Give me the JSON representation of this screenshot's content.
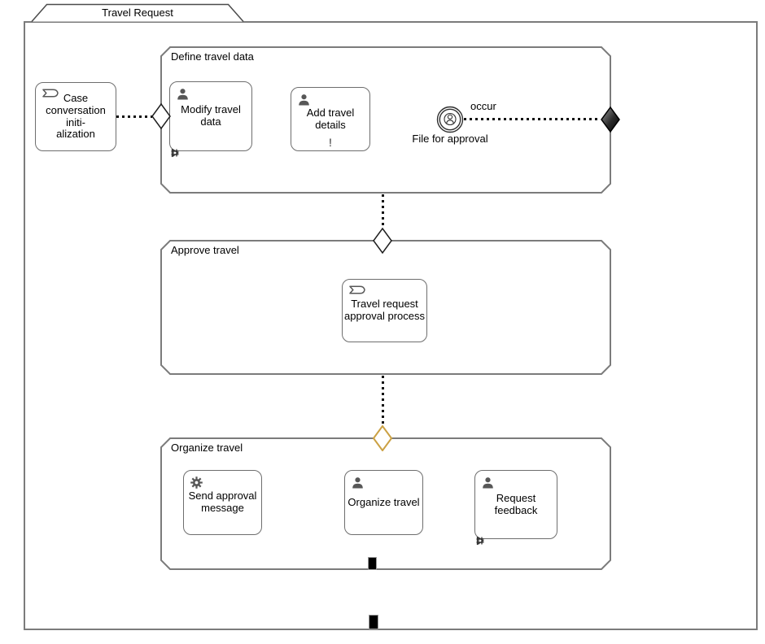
{
  "case": {
    "title": "Travel Request"
  },
  "stages": {
    "define": {
      "label": "Define travel data"
    },
    "approve": {
      "label": "Approve travel"
    },
    "organize": {
      "label": "Organize travel"
    }
  },
  "tasks": {
    "case_conversation": {
      "label": "Case\nconversation initi-\nalization",
      "icon": "process-chevron"
    },
    "modify_travel_data": {
      "label": "Modify travel data",
      "icon": "user",
      "markers": "manual-activation, repetition"
    },
    "add_travel_details": {
      "label": "Add travel details",
      "icon": "user",
      "required_marker": "!"
    },
    "travel_request_approval": {
      "label": "Travel request\napproval process",
      "icon": "process-chevron"
    },
    "send_approval_message": {
      "label": "Send approval\nmessage",
      "icon": "gear"
    },
    "organize_travel": {
      "label": "Organize travel",
      "icon": "user"
    },
    "request_feedback": {
      "label": "Request feedback",
      "icon": "user",
      "markers": "manual-activation, repetition"
    }
  },
  "events": {
    "file_for_approval": {
      "label": "File for approval",
      "link_label": "occur"
    }
  },
  "colors": {
    "stage_border": "#7b7b7b",
    "task_border": "#6e6e6e",
    "icon_gray": "#575757",
    "sentry_outline": "#1f1f1f",
    "sentry_gold": "#CBA144",
    "sentry_dark": "#000000",
    "connector": "#111111"
  }
}
